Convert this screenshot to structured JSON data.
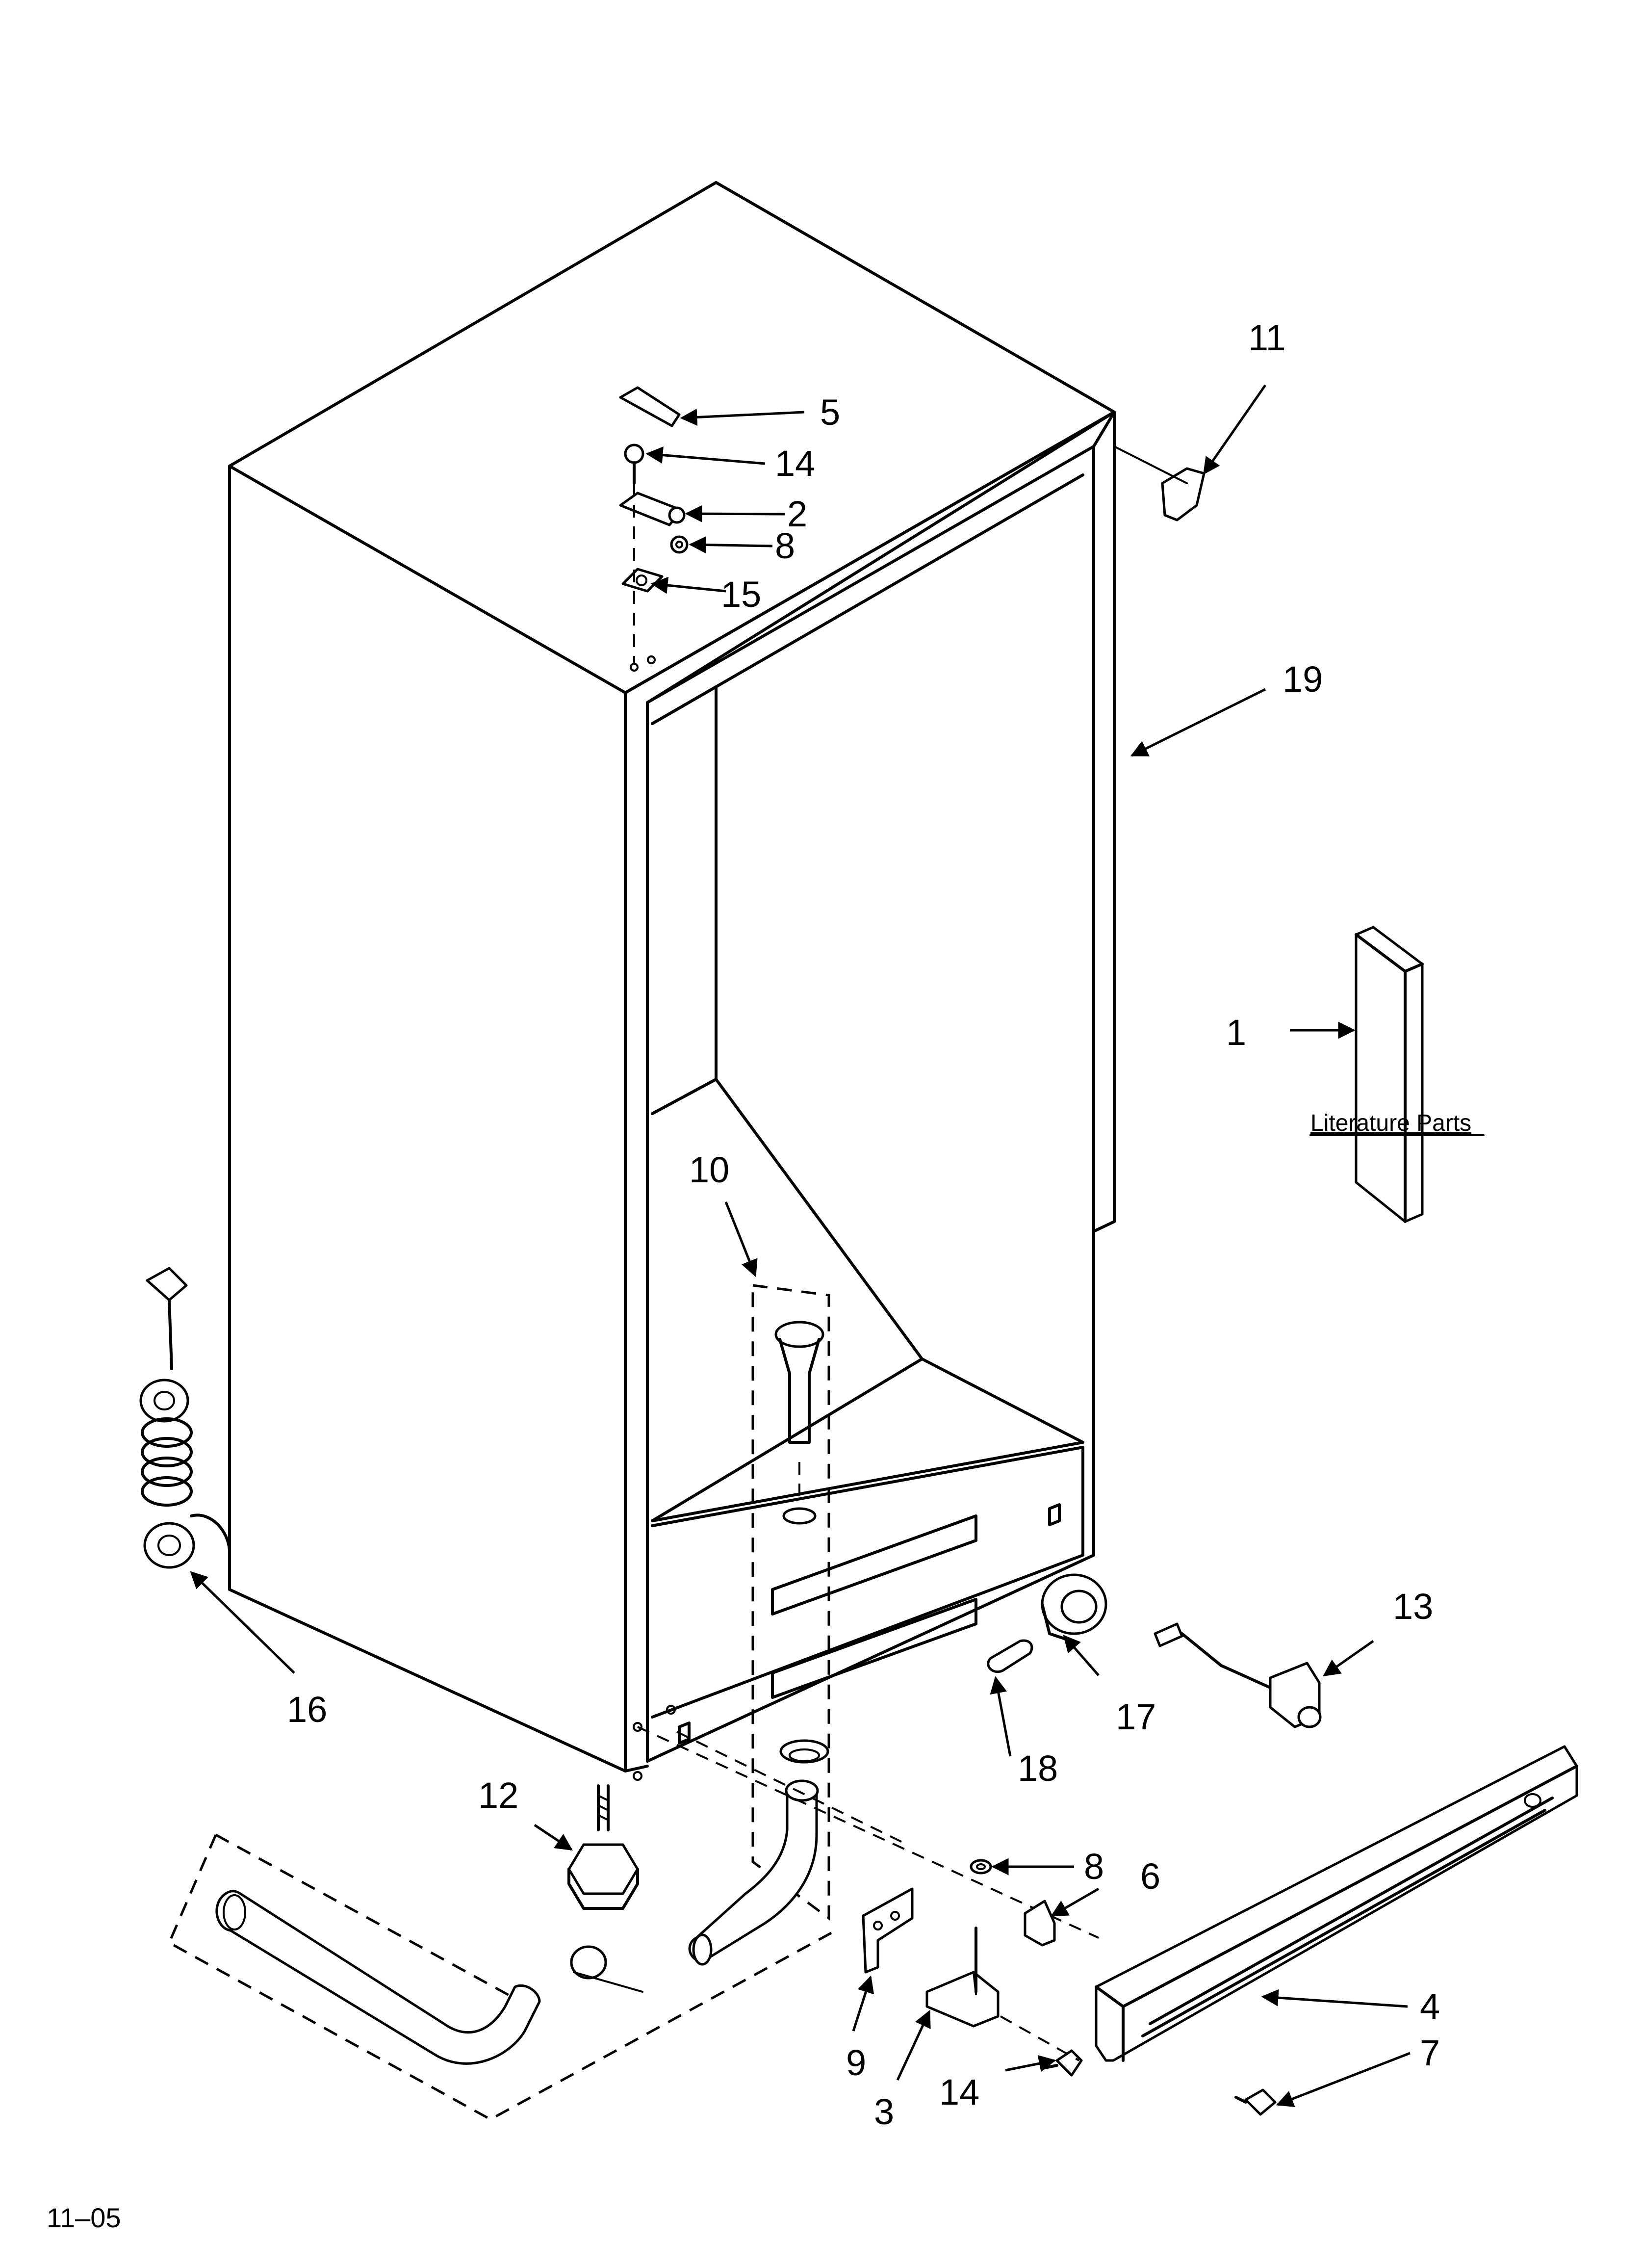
{
  "callouts": {
    "c1": "1",
    "c2": "2",
    "c3": "3",
    "c4": "4",
    "c5": "5",
    "c6": "6",
    "c7": "7",
    "c8a": "8",
    "c8b": "8",
    "c9": "9",
    "c10": "10",
    "c11": "11",
    "c12": "12",
    "c13": "13",
    "c14a": "14",
    "c14b": "14",
    "c15": "15",
    "c16": "16",
    "c17": "17",
    "c18": "18",
    "c19": "19"
  },
  "literature_label": "Literature Parts",
  "footer_code": "11–05"
}
